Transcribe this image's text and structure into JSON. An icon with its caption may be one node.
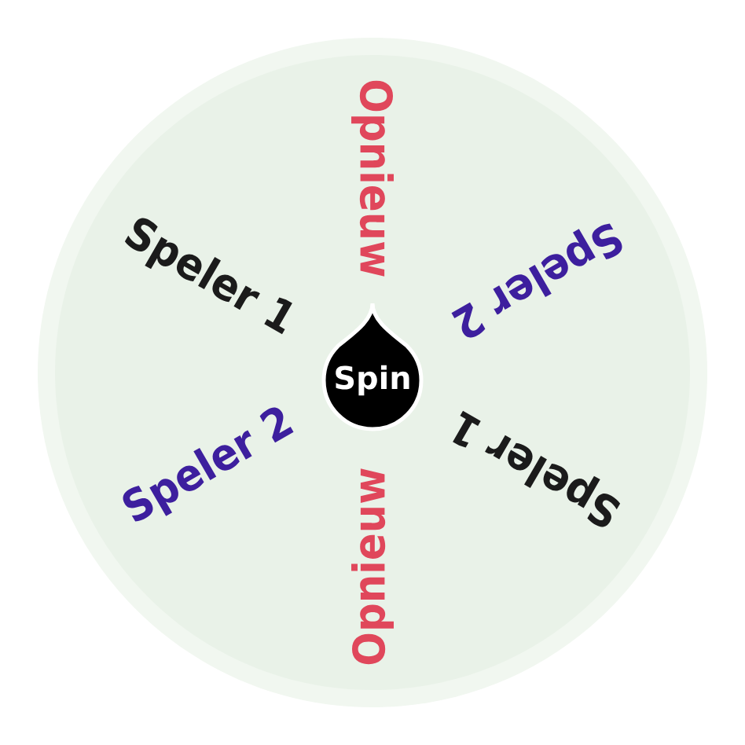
{
  "diagram": {
    "nodes": [
      {
        "text": [
          "Opnieuw",
          "Speler 1",
          "Speler 2",
          "Speler 2",
          "Speler 1",
          "Opnieuw"
        ]
      },
      {
        "text": [
          "Spin"
        ],
        "in": 0
      }
    ]
  }
}
